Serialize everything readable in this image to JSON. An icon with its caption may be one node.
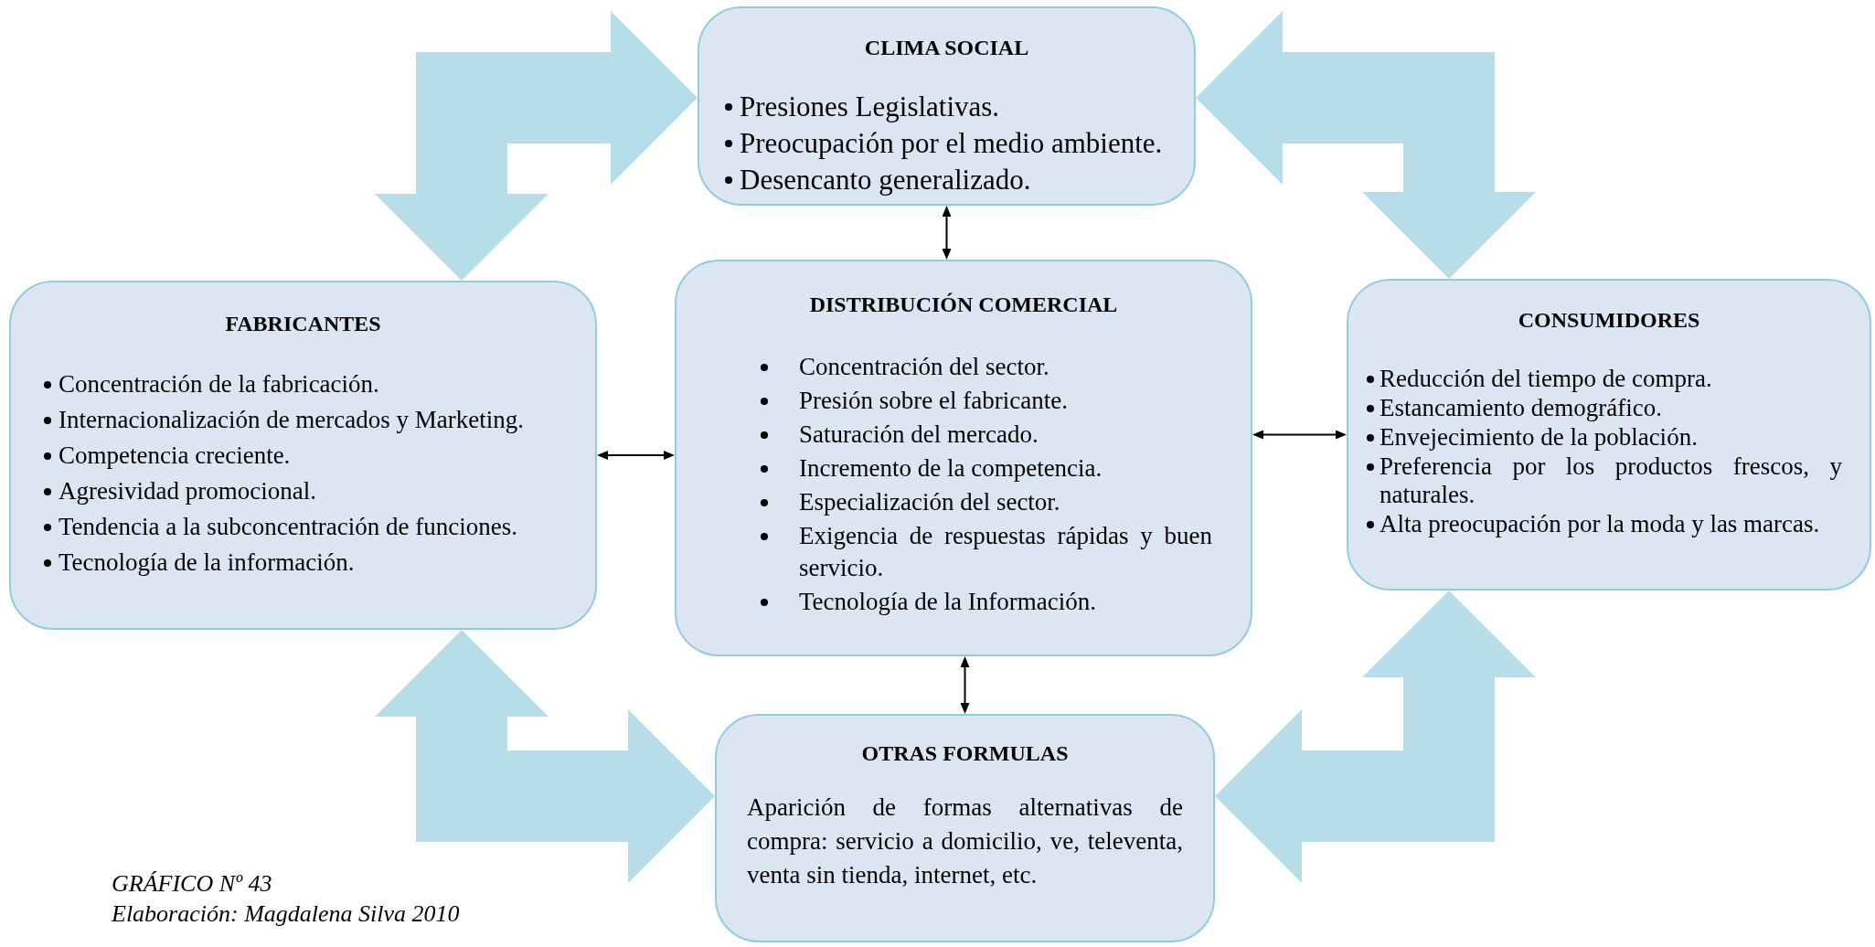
{
  "diagram": {
    "nodes": [
      {
        "text": [
          "CLIMA SOCIAL",
          "Presiones Legislativas.",
          "Preocupación por el medio ambiente.",
          "Desencanto generalizado."
        ]
      },
      {
        "text": [
          "FABRICANTES",
          "Concentración de la fabricación.",
          "Internacionalización de mercados y Marketing.",
          "Competencia creciente.",
          "Agresividad promocional.",
          "Tendencia a la subconcentración de funciones.",
          "Tecnología de la información."
        ]
      },
      {
        "text": [
          "DISTRIBUCIÓN COMERCIAL",
          "Concentración del sector.",
          "Presión sobre el fabricante.",
          "Saturación del mercado.",
          "Incremento de la competencia.",
          "Especialización del sector.",
          "Exigencia de respuestas rápidas y buen servicio.",
          "Tecnología de la Información."
        ]
      },
      {
        "text": [
          "CONSUMIDORES",
          "Reducción del tiempo de compra.",
          "Estancamiento demográfico.",
          "Envejecimiento de la población.",
          "Preferencia por los productos frescos, y naturales.",
          "Alta preocupación por la moda y las marcas."
        ]
      },
      {
        "text": [
          "OTRAS FORMULAS",
          "Aparición de formas alternativas de compra: servicio a domicilio, ve, televenta, venta sin tienda, internet, etc."
        ]
      }
    ],
    "edges": [
      {
        "from": 0,
        "to": 2,
        "arrow": "both"
      },
      {
        "from": 1,
        "to": 2,
        "arrow": "both"
      },
      {
        "from": 2,
        "to": 3,
        "arrow": "both"
      },
      {
        "from": 2,
        "to": 4,
        "arrow": "both"
      },
      {
        "from": 0,
        "to": 1,
        "arrow": "both",
        "style": "thick",
        "color": "#b7dde8"
      },
      {
        "from": 0,
        "to": 3,
        "arrow": "both",
        "style": "thick",
        "color": "#b7dde8"
      },
      {
        "from": 1,
        "to": 4,
        "arrow": "both",
        "style": "thick",
        "color": "#b7dde8"
      },
      {
        "from": 4,
        "to": 3,
        "arrow": "both",
        "style": "thick",
        "color": "#b7dde8"
      }
    ],
    "labels": [
      "GRÁFICO Nº 43",
      "Elaboración: Magdalena Silva 2010"
    ]
  }
}
